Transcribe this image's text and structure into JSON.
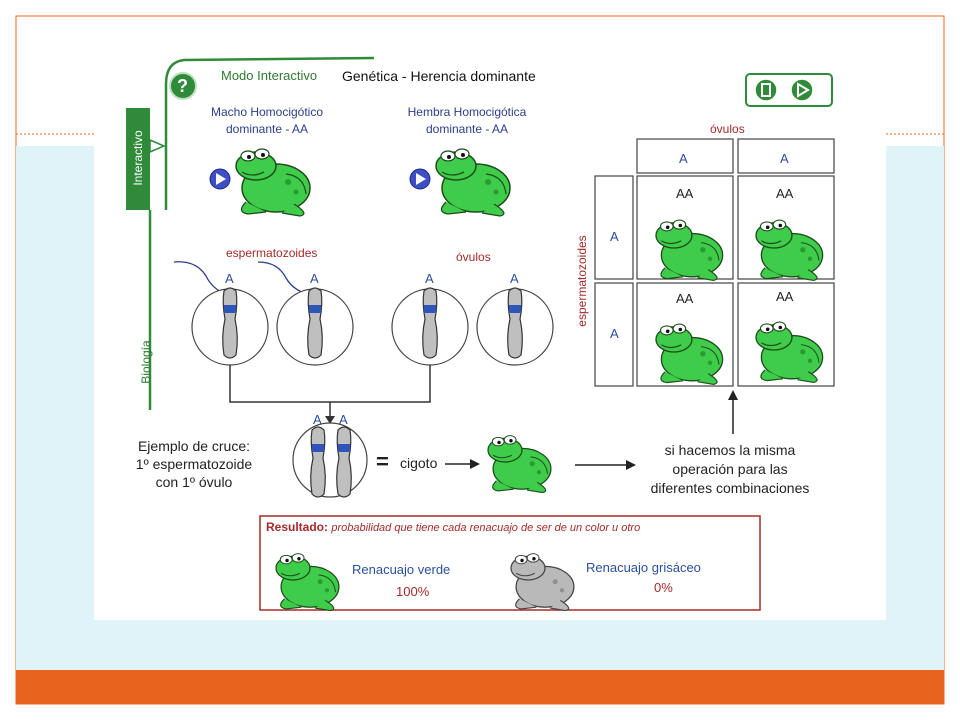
{
  "header": {
    "help_symbol": "?",
    "mode_label": "Modo Interactivo",
    "title": "Genética - Herencia dominante"
  },
  "side_tabs": {
    "interactive": "Interactivo",
    "biology": "Biología"
  },
  "parents": {
    "male": {
      "line1": "Macho Homocigótico",
      "line2": "dominante - AA"
    },
    "female": {
      "line1": "Hembra Homocigótica",
      "line2": "dominante - AA"
    }
  },
  "gametes": {
    "sperm_label": "espermatozoides",
    "ovum_label": "óvulos",
    "alleles": [
      "A",
      "A",
      "A",
      "A"
    ]
  },
  "punnett": {
    "top_label": "óvulos",
    "side_label": "espermatozoides",
    "col_headers": [
      "A",
      "A"
    ],
    "row_headers": [
      "A",
      "A"
    ],
    "cells": [
      "AA",
      "AA",
      "AA",
      "AA"
    ]
  },
  "example": {
    "line1": "Ejemplo de cruce:",
    "line2": "1º espermatozoide",
    "line3": "con 1º óvulo",
    "zygote_alleles": [
      "A",
      "A"
    ],
    "equals": "=",
    "zygote_label": "cigoto"
  },
  "note": {
    "line1": "si hacemos la misma",
    "line2": "operación para las",
    "line3": "diferentes combinaciones"
  },
  "result": {
    "title": "Resultado:",
    "subtitle": "probabilidad que tiene cada renacuajo de ser de un color u otro",
    "green_label": "Renacuajo verde",
    "green_value": "100%",
    "gray_label": "Renacuajo grisáceo",
    "gray_value": "0%"
  },
  "colors": {
    "accent_orange": "#e8641e",
    "background_panel": "#dff3f8",
    "frog_green": "#3fcc4a",
    "frog_gray": "#b9b9b9",
    "nav_green": "#2f8a3a",
    "result_border": "#a52a2a"
  }
}
